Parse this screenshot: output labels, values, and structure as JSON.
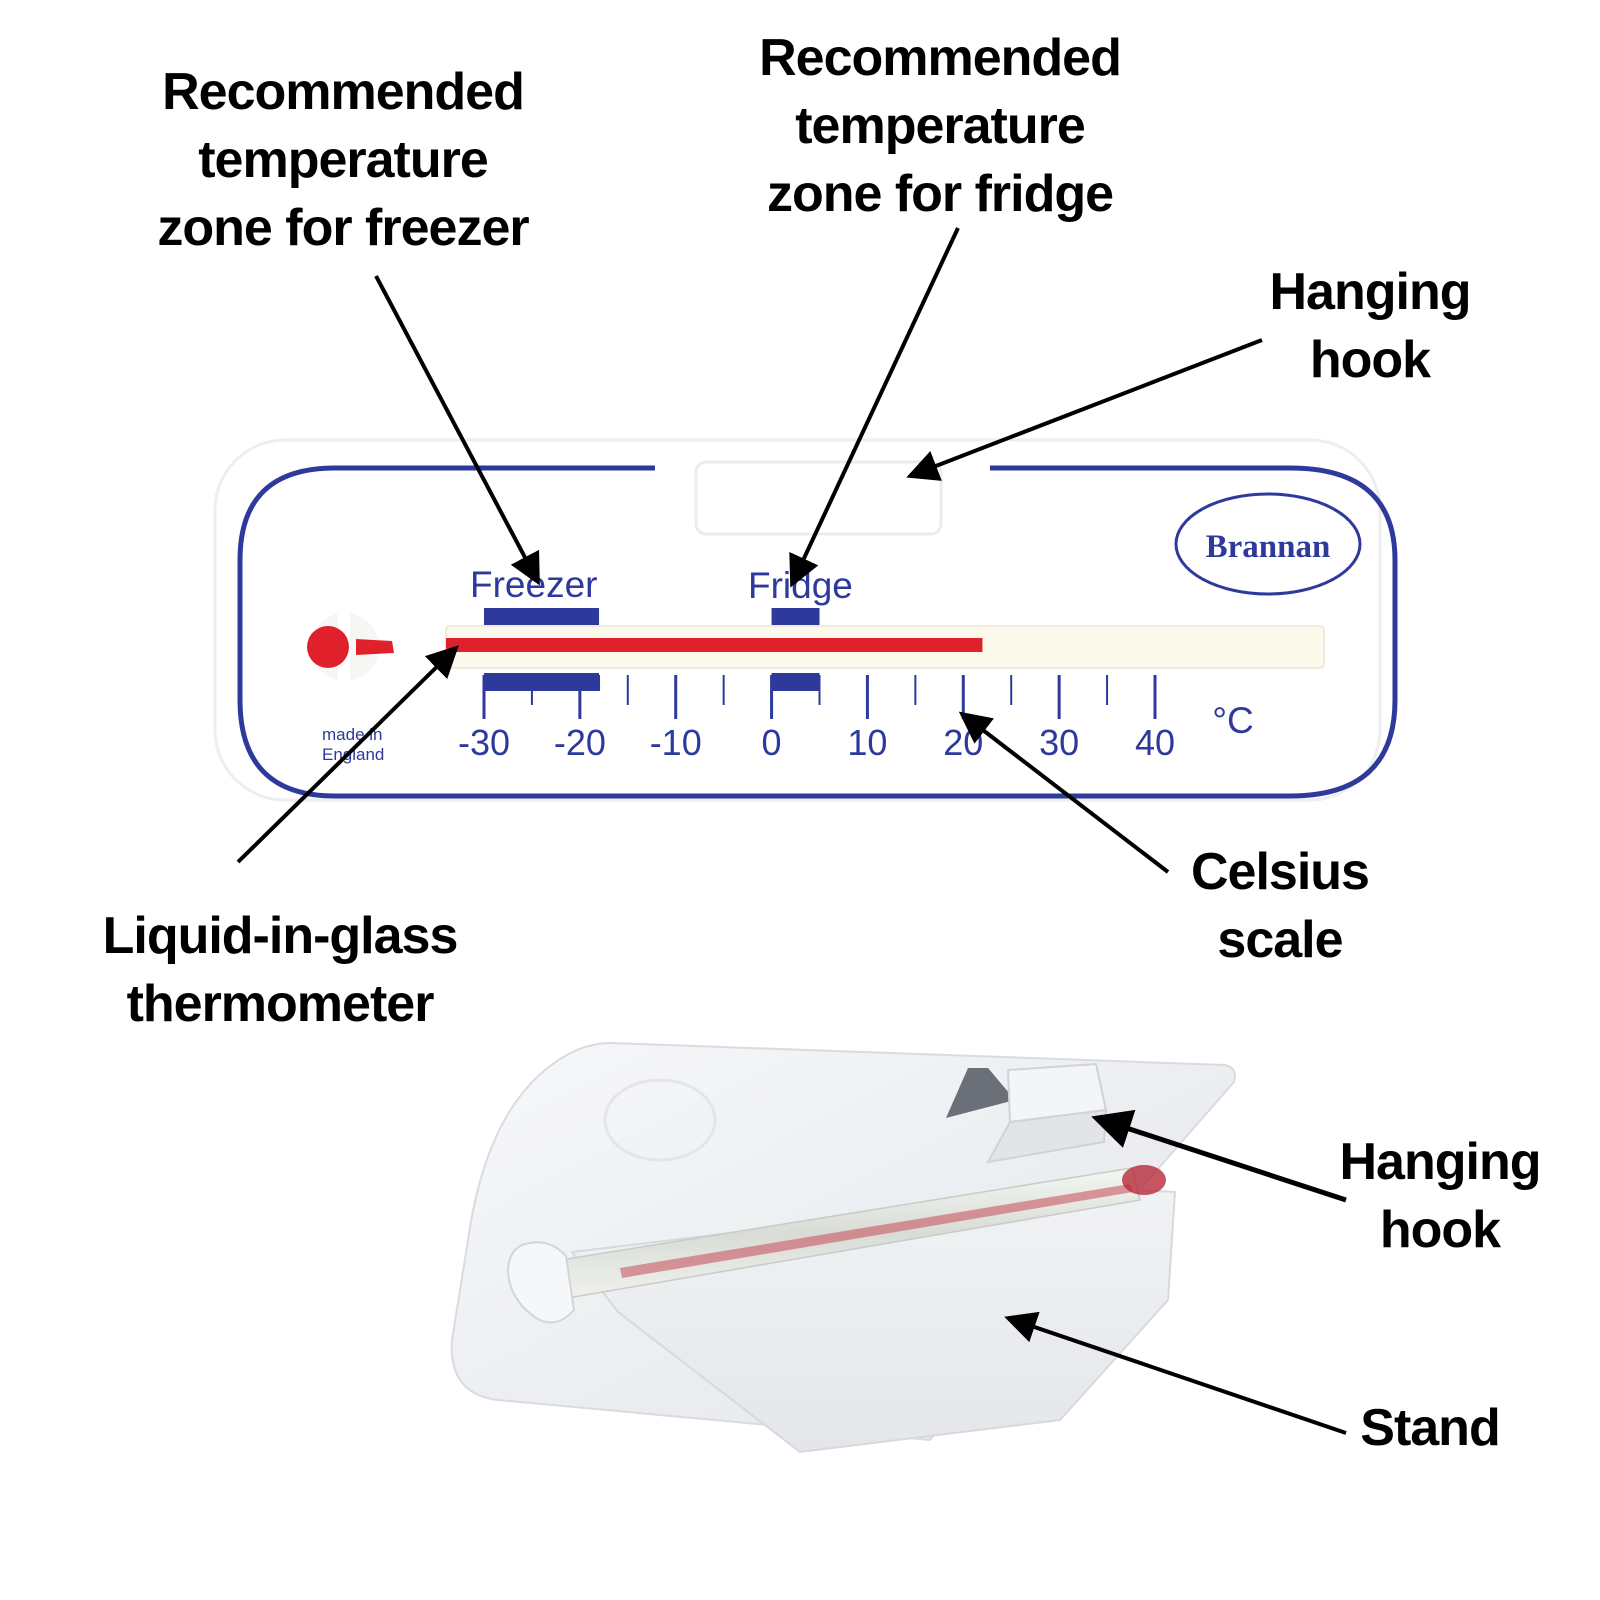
{
  "labels": {
    "freezer_zone": [
      "Recommended",
      "temperature",
      "zone for freezer"
    ],
    "fridge_zone": [
      "Recommended",
      "temperature",
      "zone for fridge"
    ],
    "hanging_hook_top": [
      "Hanging",
      "hook"
    ],
    "celsius_scale": [
      "Celsius",
      "scale"
    ],
    "liquid_thermometer": [
      "Liquid-in-glass",
      "thermometer"
    ],
    "hanging_hook_bottom": [
      "Hanging",
      "hook"
    ],
    "stand": [
      "Stand"
    ]
  },
  "thermometer": {
    "brand": "Brannan",
    "freezer_label": "Freezer",
    "fridge_label": "Fridge",
    "unit": "°C",
    "made_in": [
      "made in",
      "England"
    ],
    "scale_ticks": [
      "-30",
      "-20",
      "-10",
      "0",
      "10",
      "20",
      "30",
      "40"
    ],
    "scale_min": -30,
    "scale_max": 40,
    "liquid_reading": 22,
    "freezer_zone_range": [
      -30,
      -18
    ],
    "fridge_zone_range": [
      0,
      5
    ]
  },
  "colors": {
    "ink": "#000000",
    "scale_blue": "#2d3a9c",
    "liquid_red": "#e0202a",
    "card": "#ffffff",
    "tube": "#fbf8ec",
    "plastic": "#eceef1"
  }
}
